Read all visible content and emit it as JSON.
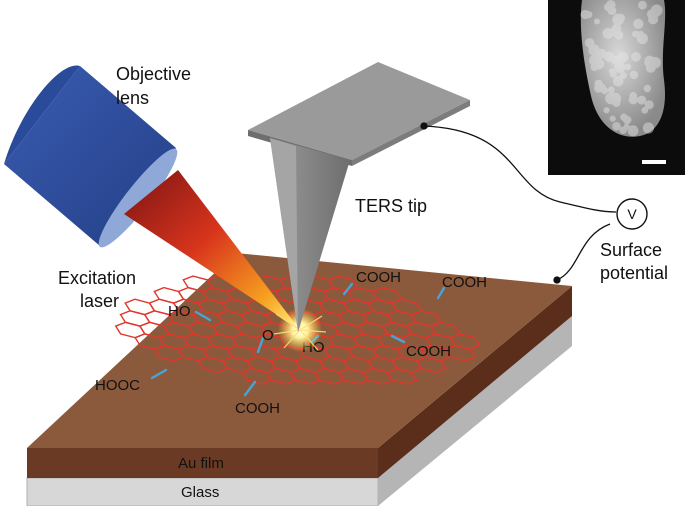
{
  "labels": {
    "objective_line1": "Objective",
    "objective_line2": "lens",
    "laser_line1": "Excitation",
    "laser_line2": "laser",
    "tip": "TERS tip",
    "surface_line1": "Surface",
    "surface_line2": "potential",
    "voltmeter": "V",
    "au_film": "Au film",
    "glass": "Glass"
  },
  "functional_groups": {
    "ho_left": "HO",
    "o_epoxy": "O",
    "ho_center": "HO",
    "cooh_top": "COOH",
    "cooh_top_right": "COOH",
    "cooh_right": "COOH",
    "hooc_left": "HOOC",
    "cooh_bottom": "COOH"
  },
  "colors": {
    "lens_body": "#2f4f9e",
    "lens_rim": "#90a8d8",
    "gold_top": "#8b5a3c",
    "gold_front": "#6b3a24",
    "gold_side": "#5a2e1a",
    "glass_front": "#d7d7d7",
    "glass_side": "#b5b5b5",
    "graphene": "#e0362c",
    "bond": "#4aa3d4",
    "tip_gray": "#8a8a8a"
  },
  "inset": {
    "description_icon": "sem-micrograph-tip"
  }
}
